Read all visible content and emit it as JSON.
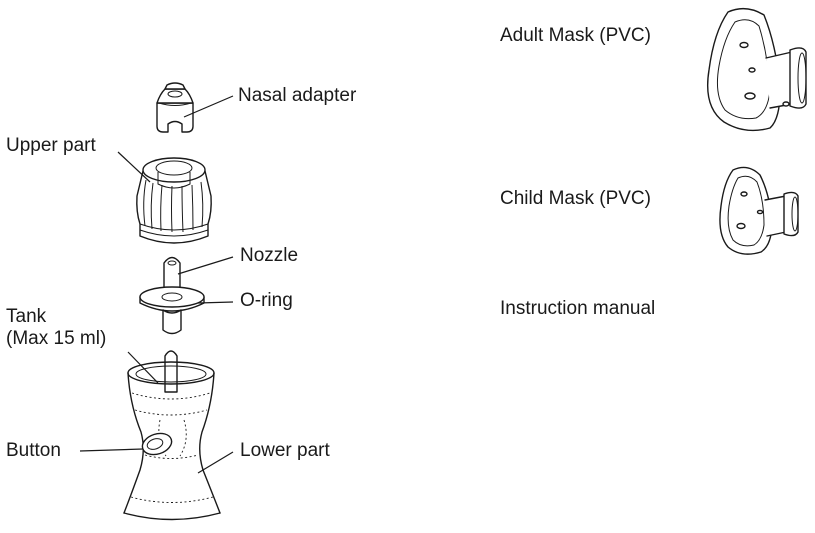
{
  "labels": {
    "nasal_adapter": "Nasal adapter",
    "upper_part": "Upper part",
    "nozzle": "Nozzle",
    "o_ring": "O-ring",
    "tank_line1": "Tank",
    "tank_line2": "(Max 15 ml)",
    "button": "Button",
    "lower_part": "Lower part",
    "adult_mask": "Adult Mask (PVC)",
    "child_mask": "Child Mask (PVC)",
    "instruction_manual": "Instruction manual"
  }
}
